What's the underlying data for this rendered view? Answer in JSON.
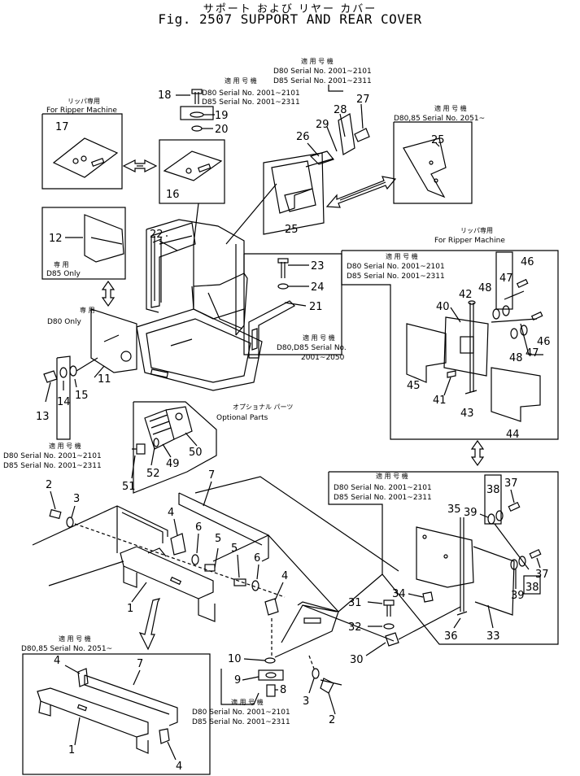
{
  "header": {
    "title_jp": "サポート および リヤー カバー",
    "title_en": "Fig. 2507 SUPPORT AND REAR COVER"
  },
  "notes": {
    "jp_applicable": "適 用 号 機",
    "jp_ripper": "リッパ専用",
    "jp_exclusive": "専 用",
    "jp_optional": "オプショナル パーツ",
    "for_ripper": "For Ripper Machine",
    "d85_only": "D85 Only",
    "d80_only": "D80 Only",
    "optional": "Optional Parts",
    "d80_2001_2101": "D80 Serial No. 2001~2101",
    "d85_2001_2311": "D85 Serial No. 2001~2311",
    "d8085_2051": "D80,85 Serial No. 2051~",
    "d8085_2001_2050a": "D80,D85 Serial No.",
    "d8085_2001_2050b": "2001~2050"
  },
  "callouts": {
    "n1": "1",
    "n2": "2",
    "n3": "3",
    "n4": "4",
    "n5": "5",
    "n6": "6",
    "n7": "7",
    "n8": "8",
    "n9": "9",
    "n10": "10",
    "n11": "11",
    "n12": "12",
    "n13": "13",
    "n14": "14",
    "n15": "15",
    "n16": "16",
    "n17": "17",
    "n18": "18",
    "n19": "19",
    "n20": "20",
    "n21": "21",
    "n22": "22",
    "n23": "23",
    "n24": "24",
    "n25": "25",
    "n26": "26",
    "n27": "27",
    "n28": "28",
    "n29": "29",
    "n30": "30",
    "n31": "31",
    "n32": "32",
    "n33": "33",
    "n34": "34",
    "n35": "35",
    "n36": "36",
    "n37": "37",
    "n38": "38",
    "n39": "39",
    "n40": "40",
    "n41": "41",
    "n42": "42",
    "n43": "43",
    "n44": "44",
    "n45": "45",
    "n46": "46",
    "n47": "47",
    "n48": "48",
    "n49": "49",
    "n50": "50",
    "n51": "51",
    "n52": "52"
  }
}
